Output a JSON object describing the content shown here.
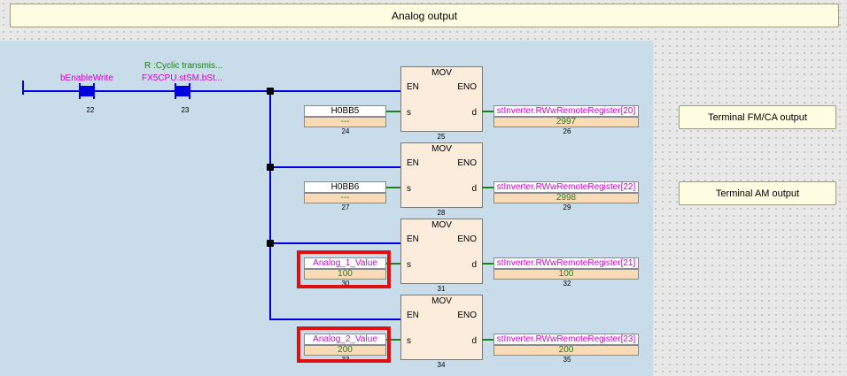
{
  "header": {
    "title": "Analog output"
  },
  "contacts": [
    {
      "label": "bEnableWrite",
      "step": "22"
    },
    {
      "label_line1": "R :Cyclic transmis...",
      "label_line2": "FX5CPU.stSM.bSt...",
      "step": "23"
    }
  ],
  "blocks": [
    {
      "name": "MOV",
      "en": "EN",
      "eno": "ENO",
      "s": "s",
      "d": "d",
      "step": "25",
      "src_name": "H0BB5",
      "src_value": "---",
      "src_step": "24",
      "dst_name": "stInverter.RWwRemoteRegister[20]",
      "dst_value": "2997",
      "dst_step": "26"
    },
    {
      "name": "MOV",
      "en": "EN",
      "eno": "ENO",
      "s": "s",
      "d": "d",
      "step": "28",
      "src_name": "H0BB6",
      "src_value": "---",
      "src_step": "27",
      "dst_name": "stInverter.RWwRemoteRegister[22]",
      "dst_value": "2998",
      "dst_step": "29"
    },
    {
      "name": "MOV",
      "en": "EN",
      "eno": "ENO",
      "s": "s",
      "d": "d",
      "step": "31",
      "src_name": "Analog_1_Value",
      "src_value": "100",
      "src_step": "30",
      "dst_name": "stInverter.RWwRemoteRegister[21]",
      "dst_value": "100",
      "dst_step": "32"
    },
    {
      "name": "MOV",
      "en": "EN",
      "eno": "ENO",
      "s": "s",
      "d": "d",
      "step": "34",
      "src_name": "Analog_2_Value",
      "src_value": "200",
      "src_step": "33",
      "dst_name": "stInverter.RWwRemoteRegister[23]",
      "dst_value": "200",
      "dst_step": "35"
    }
  ],
  "notes": [
    {
      "label": "Terminal FM/CA output"
    },
    {
      "label": "Terminal AM output"
    }
  ],
  "colors": {
    "wire": "#0000e0",
    "variable": "#d400d4",
    "value": "#208020",
    "highlight": "#e01010"
  }
}
